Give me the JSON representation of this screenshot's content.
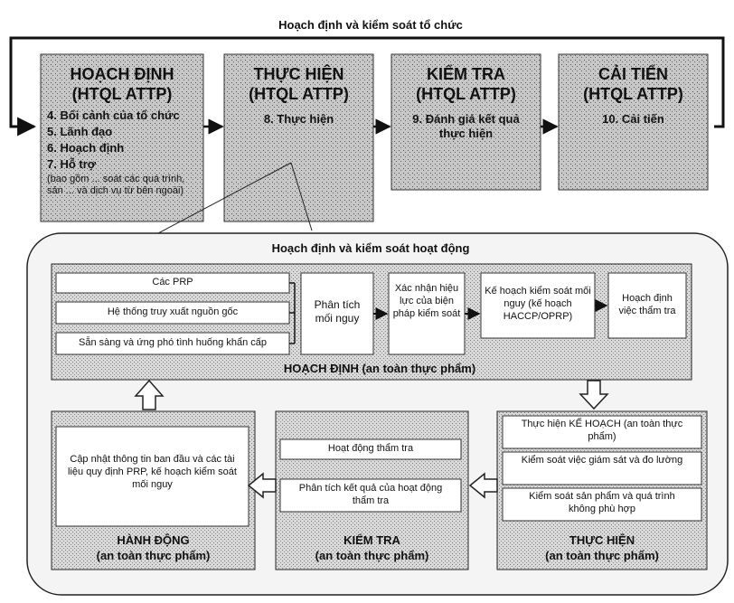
{
  "top_title": "Hoạch định và kiểm soát tổ chức",
  "stages": [
    {
      "title": "HOẠCH ĐỊNH",
      "subtitle": "(HTQL ATTP)",
      "items": [
        "4. Bối cảnh của tổ chức",
        "5. Lãnh đạo",
        "6. Hoạch định",
        "7. Hỗ trợ"
      ],
      "note": "(bao gồm ... soát các quá trình, sản ... và dịch vụ từ bên ngoài)"
    },
    {
      "title": "THỰC HIỆN",
      "subtitle": "(HTQL ATTP)",
      "items": [
        "8. Thực hiện"
      ]
    },
    {
      "title": "KIỂM TRA",
      "subtitle": "(HTQL ATTP)",
      "items": [
        "9. Đánh giá kết quả thực hiện"
      ]
    },
    {
      "title": "CẢI TIẾN",
      "subtitle": "(HTQL ATTP)",
      "items": [
        "10. Cải tiến"
      ]
    }
  ],
  "ops": {
    "title": "Hoạch định và kiểm soát hoạt động",
    "plan": {
      "footer": "HOẠCH ĐỊNH (an toàn thực phẩm)",
      "list": [
        "Các PRP",
        "Hệ thống truy xuất nguồn gốc",
        "Sẵn sàng và ứng phó tình huống khẩn cấp"
      ],
      "hazard": "Phân tích mối nguy",
      "validation": "Xác nhận hiệu lực của biện pháp kiểm soát",
      "hazard_plan": "Kế hoạch kiểm soát mối nguy (kế hoạch HACCP/OPRP)",
      "verification_plan": "Hoạch định việc thẩm tra"
    },
    "do": {
      "footer_line1": "THỰC HIỆN",
      "footer_line2": "(an toàn thực phẩm)",
      "items": [
        "Thực hiện KẾ HOẠCH (an toàn thực phẩm)",
        "Kiểm soát việc giám sát và đo lường",
        "Kiểm soát sản phẩm và quá trình không phù hợp"
      ]
    },
    "check": {
      "footer_line1": "KIỂM TRA",
      "footer_line2": "(an toàn thực phẩm)",
      "items": [
        "Hoạt động thẩm tra",
        "Phân tích kết quả của hoạt động thẩm tra"
      ]
    },
    "act": {
      "footer_line1": "HÀNH ĐỘNG",
      "footer_line2": "(an toàn thực phẩm)",
      "text": "Cập nhật thông tin ban đầu và các tài liệu quy định PRP, kế hoạch kiểm soát mối nguy"
    }
  }
}
